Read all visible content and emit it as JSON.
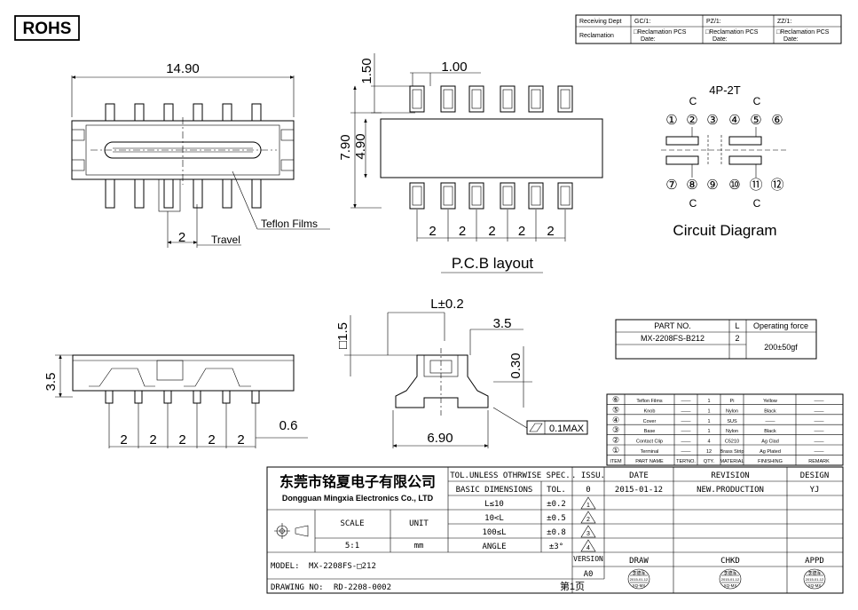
{
  "badge": "ROHS",
  "reclamation_box": {
    "receiving_dept": "Receiving Dept",
    "reclamation": "Reclamation",
    "cols": [
      {
        "head": "GC/1:",
        "line1": "□Reclamation  PCS",
        "line2": "Date:"
      },
      {
        "head": "PZ/1:",
        "line1": "□Reclamation  PCS",
        "line2": "Date:"
      },
      {
        "head": "ZZ/1:",
        "line1": "□Reclamation  PCS",
        "line2": "Date:"
      }
    ]
  },
  "top_view": {
    "width": "14.90",
    "travel_dim": "2",
    "travel": "Travel",
    "teflon": "Teflon Films"
  },
  "pcb": {
    "pad_dim": "1.00",
    "pad_h": "1.50",
    "outer": "7.90",
    "inner": "4.90",
    "pitch": [
      "2",
      "2",
      "2",
      "2",
      "2"
    ],
    "caption": "P.C.B  layout"
  },
  "circuit": {
    "label": "4P-2T",
    "top_c": [
      "C",
      "C"
    ],
    "bottom_c": [
      "C",
      "C"
    ],
    "top_pins": [
      "①",
      "②",
      "③",
      "④",
      "⑤",
      "⑥"
    ],
    "bottom_pins": [
      "⑦",
      "⑧",
      "⑨",
      "⑩",
      "⑪",
      "⑫"
    ],
    "caption": "Circuit  Diagram"
  },
  "side_view": {
    "height": "3.5",
    "pitch": [
      "2",
      "2",
      "2",
      "2",
      "2"
    ],
    "end": "0.6"
  },
  "end_view": {
    "l_tol": "L±0.2",
    "knob": "□1.5",
    "w": "3.5",
    "lead": "0.30",
    "base": "6.90",
    "flat": "0.1MAX"
  },
  "part_table": {
    "headers": [
      "PART NO.",
      "L",
      "Operating force"
    ],
    "row": [
      "MX-2208FS-B212",
      "2",
      "200±50gf"
    ]
  },
  "bom": {
    "headers": [
      "ITEM",
      "PART NAME",
      "TER'NO.",
      "QTY.",
      "MATERIAL",
      "FINISHING",
      "REMARK"
    ],
    "rows": [
      [
        "⑥",
        "Teflon Films",
        "——",
        "1",
        "Pi",
        "Yellow",
        "——"
      ],
      [
        "⑤",
        "Knob",
        "——",
        "1",
        "Nylon",
        "Black",
        "——"
      ],
      [
        "④",
        "Cover",
        "——",
        "1",
        "SUS",
        "——",
        "——"
      ],
      [
        "③",
        "Base",
        "——",
        "1",
        "Nylon",
        "Black",
        "——"
      ],
      [
        "②",
        "Contact Clip",
        "——",
        "4",
        "C5210",
        "Ag Clad",
        "——"
      ],
      [
        "①",
        "Terminal",
        "——",
        "12",
        "Brass Strip",
        "Ag Plated",
        "——"
      ]
    ]
  },
  "title_block": {
    "company_cn": "东莞市铭夏电子有限公司",
    "company_en": "Dongguan Mingxia Electronics Co., LTD",
    "tol_head": "TOL.UNLESS OTHRWISE SPEC.",
    "issu": ". ISSU.",
    "date_head": "DATE",
    "revision_head": "REVISION",
    "design_head": "DESIGN",
    "basic_dims": "BASIC DIMENSIONS",
    "tol": "TOL.",
    "issu_no": "0",
    "date": "2015-01-12",
    "revision": "NEW.PRODUCTION",
    "design": "YJ",
    "tol_rows": [
      [
        "L≤10",
        "±0.2",
        "1"
      ],
      [
        "10<L",
        "±0.5",
        "2"
      ],
      [
        "100≤L",
        "±0.8",
        "3"
      ],
      [
        "ANGLE",
        "±3°",
        "4"
      ]
    ],
    "scale_label": "SCALE",
    "scale": "5:1",
    "unit_label": "UNIT",
    "unit": "mm",
    "version_label": "VERSION",
    "version": "A0",
    "draw": "DRAW",
    "chkd": "CHKD",
    "appd": "APPD",
    "model_label": "MODEL:",
    "model": "MX-2208FS-□212",
    "drawing_label": "DRAWING NO:",
    "drawing_no": "RD-2208-0002",
    "page": "第1页",
    "stamps": [
      {
        "name": "李德军",
        "date": "2015-01-12",
        "code": "XQ-MX"
      },
      {
        "name": "李德军",
        "date": "2015-01-12",
        "code": "XQ-MX"
      },
      {
        "name": "李德军",
        "date": "2015-01-12",
        "code": "XQ-MX"
      }
    ]
  }
}
